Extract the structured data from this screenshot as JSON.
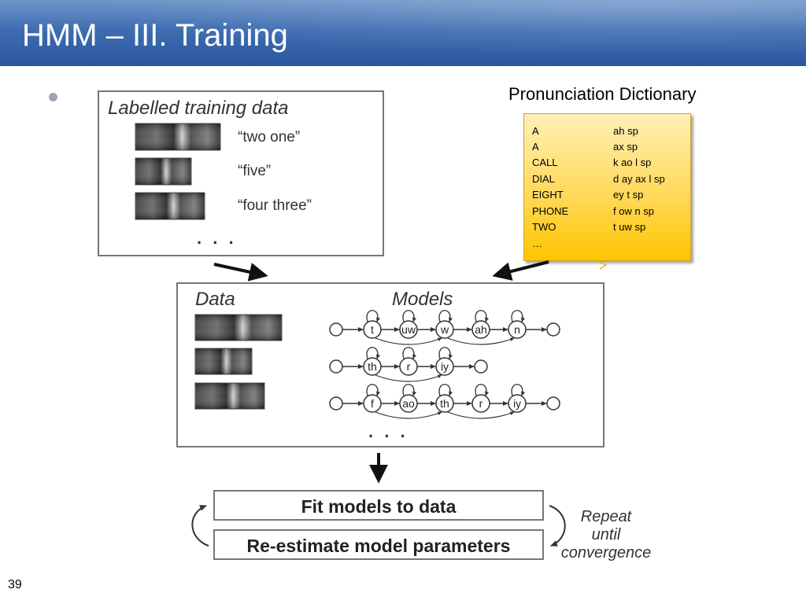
{
  "slide": {
    "title": "HMM – III. Training",
    "number": "39"
  },
  "dictionary": {
    "title": "Pronunciation Dictionary",
    "entries": [
      {
        "word": "A",
        "pron": "ah sp"
      },
      {
        "word": "A",
        "pron": "ax sp"
      },
      {
        "word": "CALL",
        "pron": "k ao l sp"
      },
      {
        "word": "DIAL",
        "pron": "d ay ax l sp"
      },
      {
        "word": "EIGHT",
        "pron": "ey t sp"
      },
      {
        "word": "PHONE",
        "pron": "f ow n sp"
      },
      {
        "word": "TWO",
        "pron": " t uw sp"
      },
      {
        "word": "…",
        "pron": ""
      }
    ]
  },
  "labelled": {
    "title": "Labelled training data",
    "items": [
      "“two one”",
      "“five”",
      "“four three”"
    ],
    "ellipsis": ". . ."
  },
  "data_models": {
    "data_label": "Data",
    "models_label": "Models",
    "models": [
      [
        "t",
        "uw",
        "w",
        "ah",
        "n"
      ],
      [
        "th",
        "r",
        "iy"
      ],
      [
        "f",
        "ao",
        "th",
        "r",
        "iy"
      ]
    ],
    "ellipsis": ". . ."
  },
  "loop": {
    "fit_label": "Fit models to data",
    "reestimate_label": "Re-estimate model parameters",
    "repeat_lines": [
      "Repeat",
      "until",
      "convergence"
    ]
  },
  "colors": {
    "header_top": "#6f96c9",
    "header_bottom": "#2a56a0",
    "dict_fill": "#ffd95a"
  }
}
